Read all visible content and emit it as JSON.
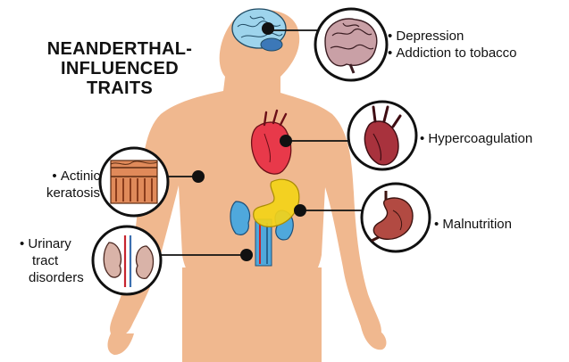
{
  "title": {
    "lines": [
      "NEANDERTHAL-",
      "INFLUENCED",
      "TRAITS"
    ]
  },
  "traits": {
    "brain": [
      "Depression",
      "Addiction to tobacco"
    ],
    "heart": [
      "Hypercoagulation"
    ],
    "skin": [
      "Actinic",
      "keratosis"
    ],
    "stomach": [
      "Malnutrition"
    ],
    "kidney": [
      "Urinary",
      "tract",
      "disorders"
    ]
  },
  "colors": {
    "skin": "#f0b88f",
    "heart": "#e8394a",
    "brain": "#9ed4ec",
    "stomach": "#f3d318",
    "kidney": "#4fa8dc",
    "marker": "#111111"
  }
}
